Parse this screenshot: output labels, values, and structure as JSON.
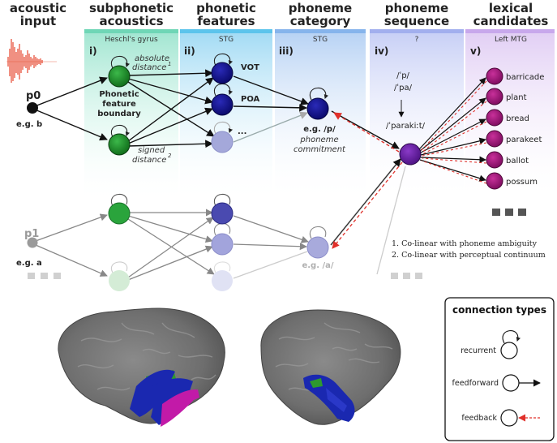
{
  "headers": {
    "acoustic_input": [
      "acoustic",
      "input"
    ],
    "subphonetic": [
      "subphonetic",
      "acoustics"
    ],
    "phonetic": [
      "phonetic",
      "features"
    ],
    "phoneme_category": [
      "phoneme",
      "category"
    ],
    "phoneme_sequence": [
      "phoneme",
      "sequence"
    ],
    "lexical": [
      "lexical",
      "candidates"
    ]
  },
  "regions": {
    "subphonetic": "Heschl's gyrus",
    "phonetic": "STG",
    "phoneme_category": "STG",
    "phoneme_sequence": "?",
    "lexical": "Left MTG"
  },
  "panel_ids": [
    "i)",
    "ii)",
    "iii)",
    "iv)",
    "v)"
  ],
  "inputs": {
    "p0_label": "p0",
    "p0_example": "e.g. b",
    "p1_label": "p1",
    "p1_example": "e.g. a"
  },
  "subphonetic_text": {
    "absolute_1": "absolute",
    "absolute_2": "distance",
    "absolute_sup": "1",
    "boundary_1": "Phonetic",
    "boundary_2": "feature",
    "boundary_3": "boundary",
    "signed_1": "signed",
    "signed_2": "distance",
    "signed_sup": "2"
  },
  "feature_labels": {
    "vot": "VOT",
    "poa": "POA",
    "more": "..."
  },
  "phoneme_text": {
    "example_p": "e.g. /p/",
    "commitment_1": "phoneme",
    "commitment_2": "commitment",
    "example_a": "e.g. /a/"
  },
  "sequence_text": {
    "seq_1": "/ˈp/",
    "seq_2": "/ˈpa/",
    "seq_3": "/ˈparakiːt/"
  },
  "lexical_words": [
    "barricade",
    "plant",
    "bread",
    "parakeet",
    "ballot",
    "possum"
  ],
  "footnotes": [
    "1. Co-linear with phoneme ambiguity",
    "2. Co-linear with perceptual continuum"
  ],
  "legend": {
    "title": "connection types",
    "recurrent": "recurrent",
    "feedforward": "feedforward",
    "feedback": "feedback"
  },
  "colors": {
    "subphonetic_band": "#8fe0c8",
    "phonetic_band": "#8fd3f0",
    "phoneme_band": "#a9c9f0",
    "sequence_band": "#bcc6f2",
    "lexical_band": "#dcc6f0",
    "green_node": "#1e8a2a",
    "blue_node": "#0c0c8c",
    "purple_node": "#6a1fa0",
    "magenta_node": "#a0107a",
    "feedback_red": "#e0302a",
    "brain_blue": "#1a28b0",
    "brain_magenta": "#c21aa8",
    "brain_green": "#2e9a2e"
  }
}
